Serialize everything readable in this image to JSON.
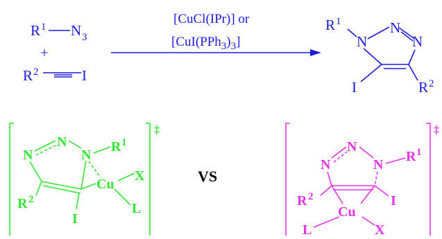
{
  "colors": {
    "reaction": "#1a1adb",
    "ts_left": "#33e633",
    "ts_right": "#e633e6"
  },
  "reactants": {
    "azide": {
      "r": "R",
      "r_num": "1",
      "n": "N",
      "n_num": "3"
    },
    "plus": "+",
    "alkyne": {
      "r": "R",
      "r_num": "2",
      "i": "I"
    }
  },
  "conditions": {
    "line1": "[CuCl(IPr)] or",
    "line2_a": "[CuI(PPh",
    "line2_num1": "3",
    "line2_b": ")",
    "line2_num2": "3",
    "line2_c": "]"
  },
  "product": {
    "r1": "R",
    "r1_num": "1",
    "n1": "N",
    "n2": "N",
    "n3": "N",
    "i": "I",
    "r2": "R",
    "r2_num": "2"
  },
  "ts_left": {
    "n_top": "N",
    "n_mid": "N",
    "n_right": "N",
    "r1": "R",
    "r1_num": "1",
    "x": "X",
    "cu": "Cu",
    "r2": "R",
    "r2_num": "2",
    "l": "L",
    "i": "I",
    "dagger": "‡"
  },
  "versus": "VS",
  "ts_right": {
    "n_left": "N",
    "n_mid": "N",
    "n_right": "N",
    "r1": "R",
    "r1_num": "1",
    "r2": "R",
    "r2_num": "2",
    "i": "I",
    "cu": "Cu",
    "l": "L",
    "x": "X",
    "dagger": "‡"
  }
}
